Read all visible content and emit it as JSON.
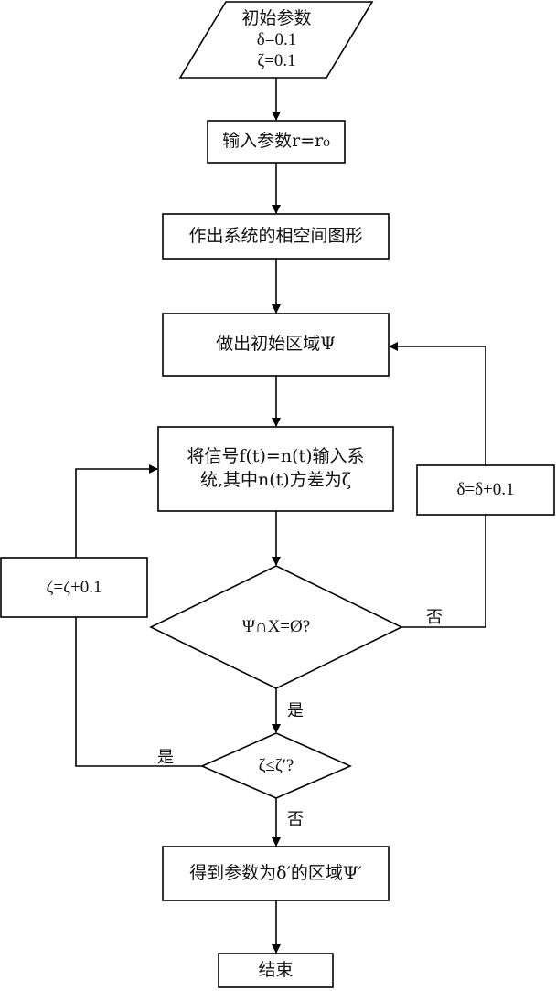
{
  "flowchart": {
    "start": {
      "title": "初始参数",
      "line1": "δ=0.1",
      "line2": "ζ=0.1"
    },
    "input_param": "输入参数r=r₀",
    "plot_phase_space": "作出系统的相空间图形",
    "initial_region": "做出初始区域Ψ",
    "input_signal": {
      "line1": "将信号f(t)=n(t)输入系",
      "line2": "统,其中n(t)方差为ζ"
    },
    "decision_intersection": "Ψ∩X=Ø?",
    "decision_zeta": "ζ≤ζ′?",
    "increment_delta": "δ=δ+0.1",
    "increment_zeta": "ζ=ζ+0.1",
    "result_region": "得到参数为δ′的区域Ψ′",
    "end": "结束",
    "labels": {
      "intersection_no": "否",
      "intersection_yes": "是",
      "zeta_yes": "是",
      "zeta_no": "否"
    }
  }
}
